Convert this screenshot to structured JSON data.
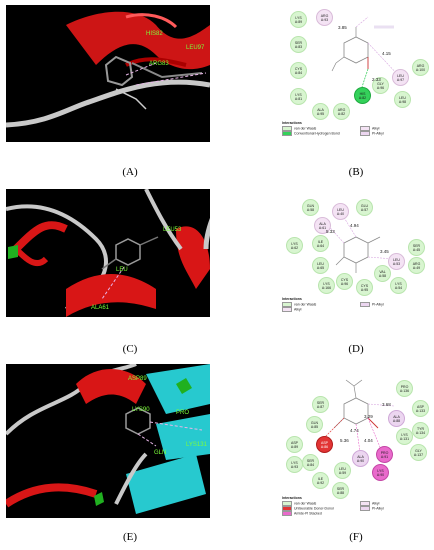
{
  "panels": [
    {
      "caption": "(A)",
      "residue_labels": [
        "HIS82",
        "ARG83",
        "LEU97"
      ]
    },
    {
      "caption": "(B)",
      "residues": [
        {
          "code": "LYS",
          "num": "A:89"
        },
        {
          "code": "ARG",
          "num": "A:93"
        },
        {
          "code": "SER",
          "num": "A:83"
        },
        {
          "code": "CYS",
          "num": "A:84"
        },
        {
          "code": "LYS",
          "num": "A:81"
        },
        {
          "code": "ALA",
          "num": "A:95"
        },
        {
          "code": "ARG",
          "num": "A:82"
        },
        {
          "code": "HIS",
          "num": "A:82"
        },
        {
          "code": "GLY",
          "num": "A:96"
        },
        {
          "code": "LEU",
          "num": "A:97"
        },
        {
          "code": "ARG",
          "num": "A:100"
        },
        {
          "code": "LEU",
          "num": "A:98"
        }
      ],
      "distances": [
        "3.85",
        "4.15",
        "2.33"
      ],
      "legend_title": "Interactions",
      "legend": [
        "van der Waals",
        "Conventional Hydrogen Bond",
        "Alkyl",
        "Pi-Alkyl"
      ]
    },
    {
      "caption": "(C)",
      "residue_labels": [
        "LEU53",
        "LEU",
        "ALA61"
      ]
    },
    {
      "caption": "(D)",
      "residues": [
        {
          "code": "GLN",
          "num": "A:58"
        },
        {
          "code": "LEU",
          "num": "A:40"
        },
        {
          "code": "GLU",
          "num": "A:57"
        },
        {
          "code": "ALA",
          "num": "A:61"
        },
        {
          "code": "LYS",
          "num": "A:62"
        },
        {
          "code": "ILE",
          "num": "A:64"
        },
        {
          "code": "LEU",
          "num": "A:65"
        },
        {
          "code": "LYS",
          "num": "A:166"
        },
        {
          "code": "CYS",
          "num": "A:96"
        },
        {
          "code": "CYS",
          "num": "A:95"
        },
        {
          "code": "LEU",
          "num": "A:53"
        },
        {
          "code": "VAL",
          "num": "A:58"
        },
        {
          "code": "SER",
          "num": "A:45"
        },
        {
          "code": "ARG",
          "num": "A:49"
        },
        {
          "code": "LYS",
          "num": "A:54"
        }
      ],
      "distances": [
        "4.94",
        "5.33",
        "3.45"
      ],
      "legend_title": "Interactions",
      "legend": [
        "van der Waals",
        "Alkyl",
        "Pi-Alkyl"
      ]
    },
    {
      "caption": "(E)",
      "residue_labels": [
        "ASP89",
        "LYS90",
        "PRO",
        "GLN",
        "LYS131"
      ]
    },
    {
      "caption": "(F)",
      "residues": [
        {
          "code": "SER",
          "num": "A:87"
        },
        {
          "code": "PRO",
          "num": "A:136"
        },
        {
          "code": "GLN",
          "num": "A:85"
        },
        {
          "code": "ASP",
          "num": "A:133"
        },
        {
          "code": "ASP",
          "num": "A:86"
        },
        {
          "code": "ALA",
          "num": "A:88"
        },
        {
          "code": "LYS",
          "num": "A:131"
        },
        {
          "code": "TYR",
          "num": "A:134"
        },
        {
          "code": "ASP",
          "num": "A:89"
        },
        {
          "code": "SER",
          "num": "A:84"
        },
        {
          "code": "ALA",
          "num": "A:90"
        },
        {
          "code": "GLY",
          "num": "A:137"
        },
        {
          "code": "ILE",
          "num": "A:92"
        },
        {
          "code": "LYS",
          "num": "A:93"
        },
        {
          "code": "LEU",
          "num": "A:59"
        },
        {
          "code": "SER",
          "num": "A:88"
        },
        {
          "code": "PRO",
          "num": "A:91"
        },
        {
          "code": "LYS",
          "num": "A:90"
        }
      ],
      "distances": [
        "4.74",
        "3.29",
        "3.68",
        "5.36",
        "4.04"
      ],
      "legend_title": "Interactions",
      "legend": [
        "van der Waals",
        "Unfavorable Donor-Donor",
        "Amide-Pi Stacked",
        "Alkyl",
        "Pi-Alkyl"
      ]
    }
  ],
  "colors": {
    "helix": "#e31010",
    "strand": "#27c9cf",
    "coil": "#bdbdbd",
    "ligand": "#8a8a8a",
    "label": "#7cff3a"
  }
}
